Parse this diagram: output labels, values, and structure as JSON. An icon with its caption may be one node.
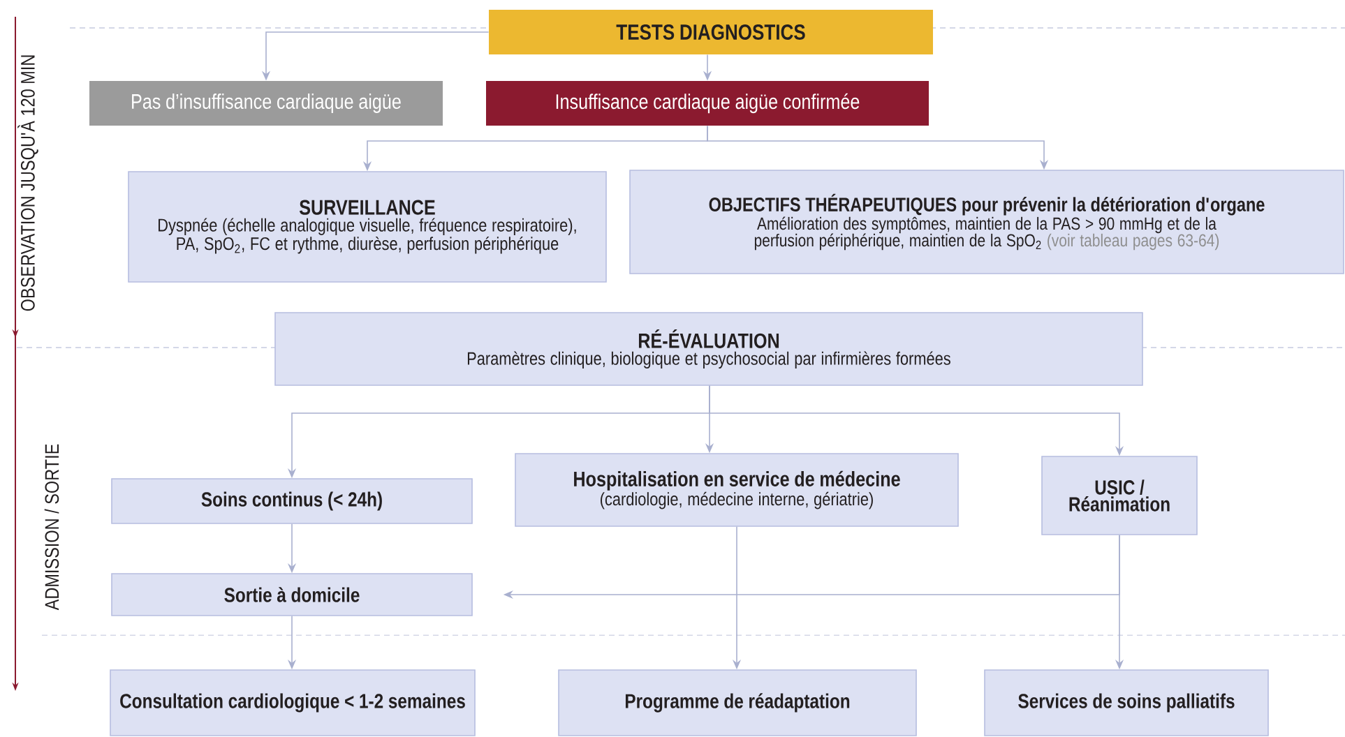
{
  "diagram": {
    "nodes": [
      {
        "text": [
          "TESTS DIAGNOSTICS"
        ]
      },
      {
        "text": [
          "Pas d’insuffisance cardiaque aigüe"
        ]
      },
      {
        "text": [
          "Insuffisance cardiaque aigüe confirmée"
        ]
      },
      {
        "text": [
          "SURVEILLANCE",
          "Dyspnée (échelle analogique visuelle, fréquence respiratoire), PA, SpO$_{2}$, FC et rythme, diurèse, perfusion périphérique"
        ]
      },
      {
        "text": [
          "OBJECTIFS THÉRAPEUTIQUES pour prévenir la détérioration d'organe",
          "Amélioration des symptômes, maintien de la PAS > 90 mmHg et de la perfusion périphérique, maintien de la SpO$_{2}$",
          "(voir tableau pages 63-64)"
        ]
      },
      {
        "text": [
          "RÉ-ÉVALUATION",
          "Paramètres clinique, biologique et psychosocial par infirmières formées"
        ]
      },
      {
        "text": [
          "Soins continus (< 24h)"
        ]
      },
      {
        "text": [
          "Hospitalisation en service de médecine",
          "(cardiologie, médecine interne, gériatrie)"
        ]
      },
      {
        "text": [
          "USIC / Réanimation"
        ]
      },
      {
        "text": [
          "Sortie à domicile"
        ]
      },
      {
        "text": [
          "Consultation cardiologique < 1-2 semaines"
        ]
      },
      {
        "text": [
          "Programme de réadaptation"
        ]
      },
      {
        "text": [
          "Services de soins palliatifs"
        ]
      }
    ],
    "edges": [
      {
        "from": 0,
        "to": 1,
        "arrow": "to"
      },
      {
        "from": 0,
        "to": 2,
        "arrow": "to"
      },
      {
        "from": 2,
        "to": 3,
        "arrow": "to"
      },
      {
        "from": 2,
        "to": 4,
        "arrow": "to"
      },
      {
        "from": 5,
        "to": 6,
        "arrow": "to"
      },
      {
        "from": 5,
        "to": 7,
        "arrow": "to"
      },
      {
        "from": 5,
        "to": 8,
        "arrow": "to"
      },
      {
        "from": 6,
        "to": 9,
        "arrow": "to"
      },
      {
        "from": 8,
        "to": 9,
        "arrow": "to"
      },
      {
        "from": 9,
        "to": 10,
        "arrow": "to"
      },
      {
        "from": 7,
        "to": 11,
        "arrow": "to"
      },
      {
        "from": 8,
        "to": 12,
        "arrow": "to"
      }
    ],
    "labels": [
      "OBSERVATION JUSQU'À 120 MIN",
      "ADMISSION / SORTIE"
    ]
  }
}
